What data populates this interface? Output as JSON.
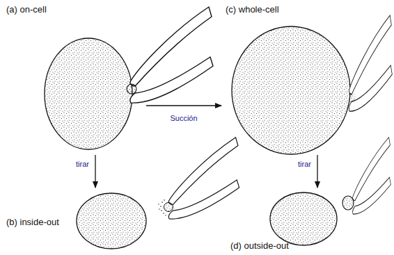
{
  "diagram": {
    "nodes": [
      {
        "text": [
          "(a) on-cell"
        ]
      },
      {
        "text": [
          "(c) whole-cell"
        ]
      },
      {
        "text": [
          "(b) inside-out"
        ]
      },
      {
        "text": [
          "(d) outside-out"
        ]
      }
    ],
    "edges": [
      {
        "from": 0,
        "to": 1,
        "arrow": "to",
        "label": "Succión"
      },
      {
        "from": 0,
        "to": 2,
        "arrow": "to",
        "label": "tirar"
      },
      {
        "from": 1,
        "to": 3,
        "arrow": "to",
        "label": "tirar"
      }
    ]
  }
}
